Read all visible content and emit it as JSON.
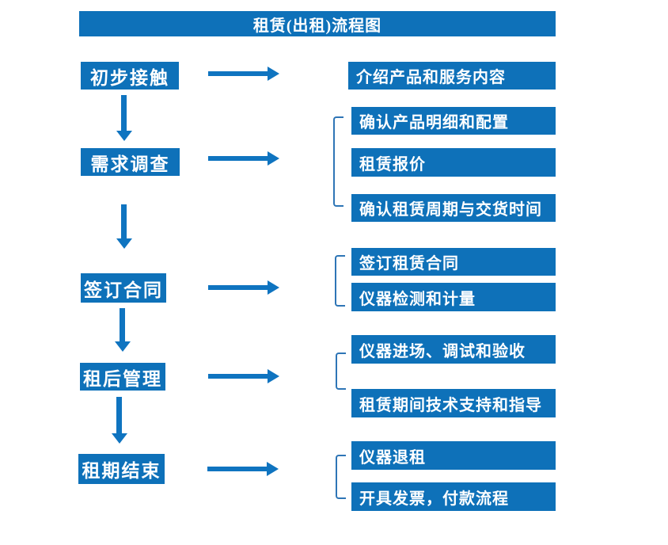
{
  "title": "租赁(出租)流程图",
  "steps": [
    "初步接触",
    "需求调查",
    "签订合同",
    "租后管理",
    "租期结束"
  ],
  "details": [
    [
      "介绍产品和服务内容"
    ],
    [
      "确认产品明细和配置",
      "租赁报价",
      "确认租赁周期与交货时间"
    ],
    [
      "签订租赁合同",
      "仪器检测和计量"
    ],
    [
      "仪器进场、调试和验收",
      "租赁期间技术支持和指导"
    ],
    [
      "仪器退租",
      "开具发票，付款流程"
    ]
  ],
  "colors": {
    "primary_blue": "#0e71b9",
    "arrow_blue": "#0f74c0",
    "bracket_blue": "#2e75b6",
    "text_white": "#ffffff",
    "background": "#ffffff"
  }
}
